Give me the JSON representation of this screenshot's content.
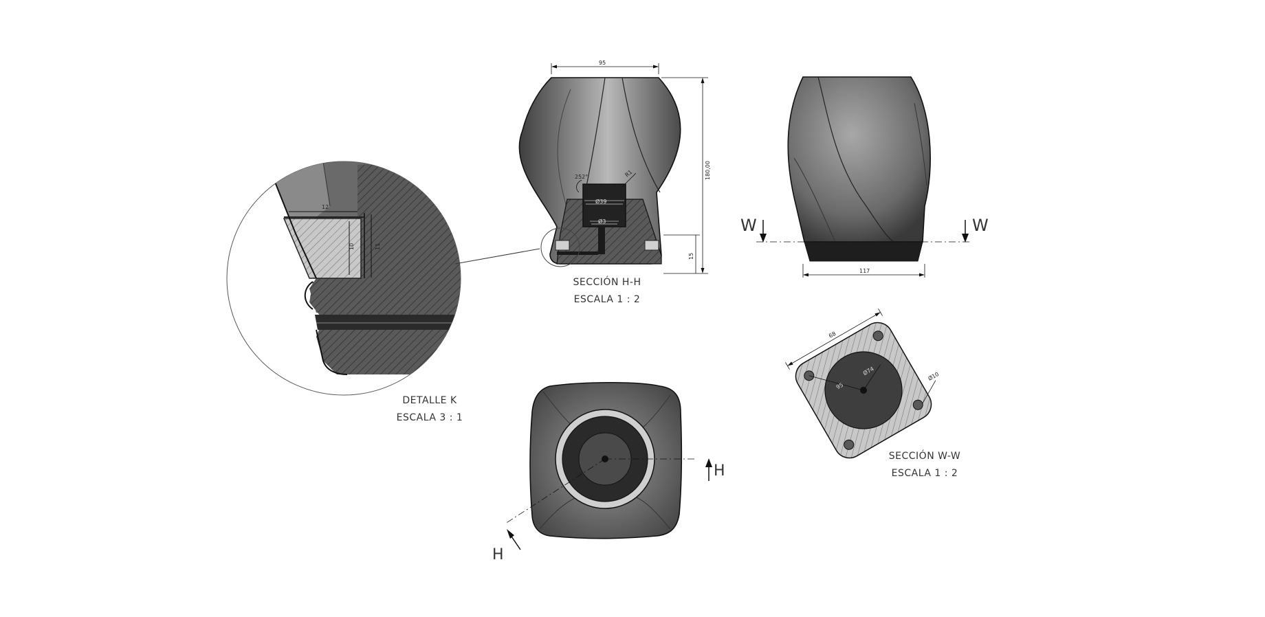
{
  "views": {
    "detail_k": {
      "title": "DETALLE K",
      "scale": "ESCALA 3 : 1",
      "dims": {
        "width": "12",
        "inner": "10",
        "outer": "11"
      }
    },
    "section_hh": {
      "title": "SECCIÓN H-H",
      "scale": "ESCALA 1 : 2",
      "dims": {
        "top_width": "95",
        "height": "180,00",
        "base": "15",
        "angle": "252°",
        "radius": "R1",
        "bore": "Ø39",
        "pin": "Ø3"
      }
    },
    "side_view": {
      "dims": {
        "base_width": "117"
      },
      "section_letter_left": "W",
      "section_letter_right": "W"
    },
    "top_view": {
      "section_letter_a": "H",
      "section_letter_b": "H"
    },
    "section_ww": {
      "title": "SECCIÓN W-W",
      "scale": "ESCALA 1 : 2",
      "dims": {
        "edge": "68",
        "bolt_circle": "95",
        "center": "Ø74",
        "hole": "Ø10"
      }
    }
  },
  "colors": {
    "line": "#1a1a1a",
    "body_light": "#d0d0d0",
    "body_dark": "#4a4a4a",
    "hatch": "#3a3a3a"
  }
}
